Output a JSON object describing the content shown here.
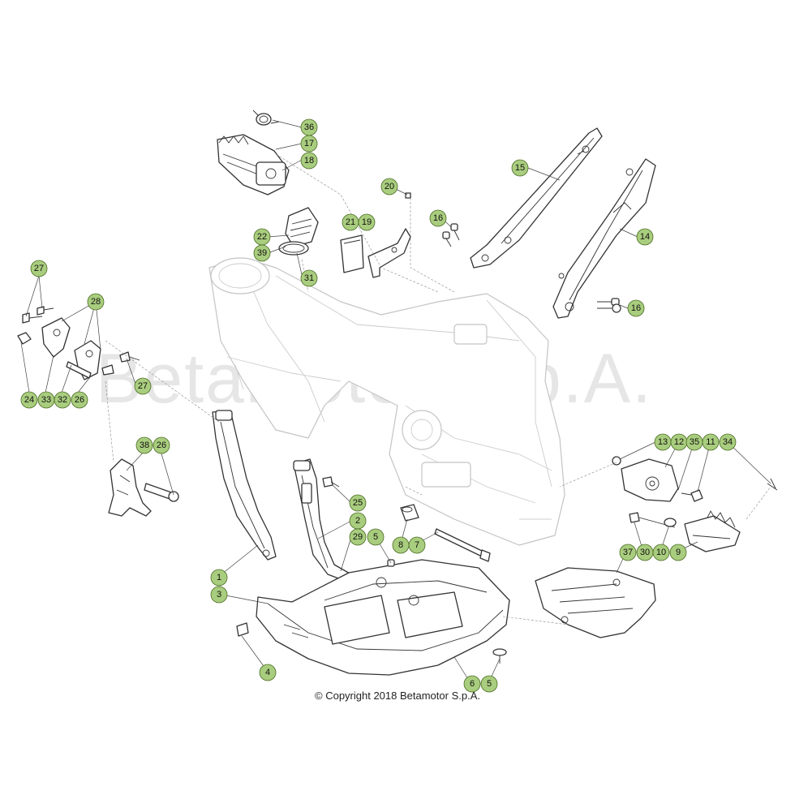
{
  "watermark": "Betamotor S.p.A.",
  "copyright": "© Copyright 2018 Betamotor S.p.A.",
  "badge_color": "#a9cd7e",
  "callouts": [
    "36",
    "17",
    "18",
    "15",
    "20",
    "16",
    "21",
    "19",
    "22",
    "39",
    "31",
    "14",
    "16",
    "27",
    "28",
    "27",
    "24",
    "33",
    "32",
    "26",
    "38",
    "26",
    "25",
    "2",
    "1",
    "3",
    "29",
    "5",
    "8",
    "7",
    "13",
    "12",
    "35",
    "11",
    "34",
    "37",
    "30",
    "10",
    "9",
    "4",
    "6",
    "5"
  ]
}
